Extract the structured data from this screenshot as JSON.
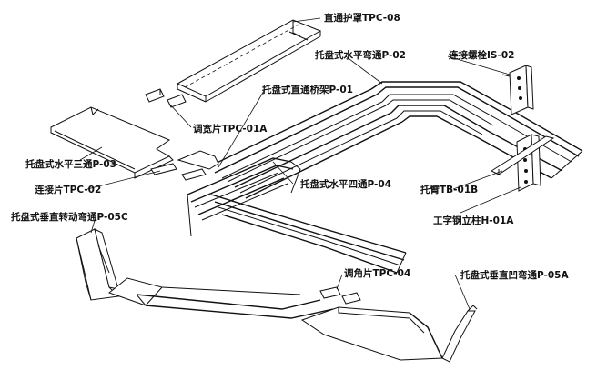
{
  "labels": {
    "cover": "直通护罩TPC-08",
    "horizontal_elbow": "托盘式水平弯通P-02",
    "connecting_bolt": "连接螺栓IS-02",
    "straight_tray": "托盘式直通桥架P-01",
    "adjust_width_plate": "调宽片TPC-01A",
    "horizontal_tee": "托盘式水平三通P-03",
    "connecting_plate": "连接片TPC-02",
    "horizontal_cross": "托盘式水平四通P-04",
    "bracket_arm": "托臂TB-01B",
    "i_beam_column": "工字钢立柱H-01A",
    "vertical_rotating_elbow": "托盘式垂直转动弯通P-05C",
    "angle_adjust_plate": "调角片TPC-04",
    "vertical_concave_elbow": "托盘式垂直凹弯通P-05A"
  }
}
